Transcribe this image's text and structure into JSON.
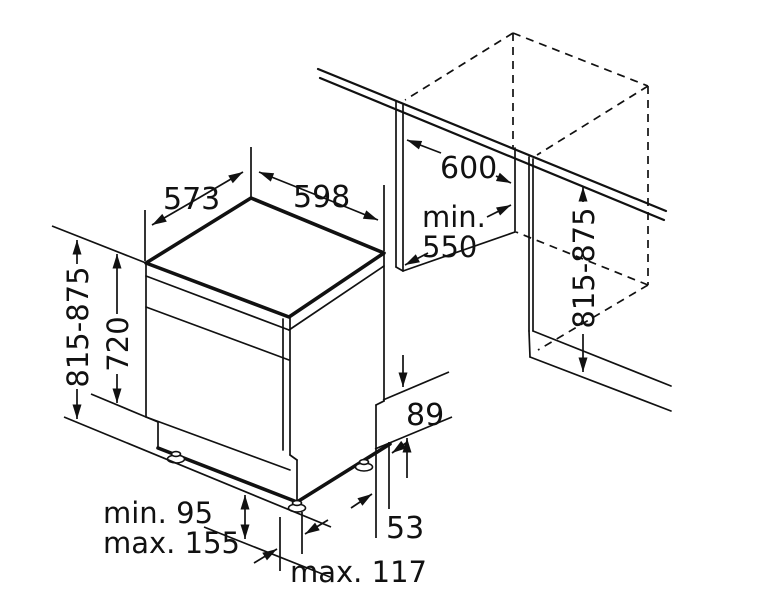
{
  "drawing": {
    "dim_top_depth": "573",
    "dim_top_width": "598",
    "dim_worktop_depth": "600",
    "dim_niche_depth_min_line1": "min.",
    "dim_niche_depth_min_line2": "550",
    "dim_overall_height_left": "815-875",
    "dim_appliance_height": "720",
    "dim_niche_height_right": "815-875",
    "dim_rear_step_height": "89",
    "dim_rear_step_depth": "53",
    "dim_plinth_min": "min. 95",
    "dim_plinth_max": "max. 155",
    "dim_front_clearance": "max. 117"
  },
  "colors": {
    "line": "#111111",
    "background": "#ffffff"
  }
}
